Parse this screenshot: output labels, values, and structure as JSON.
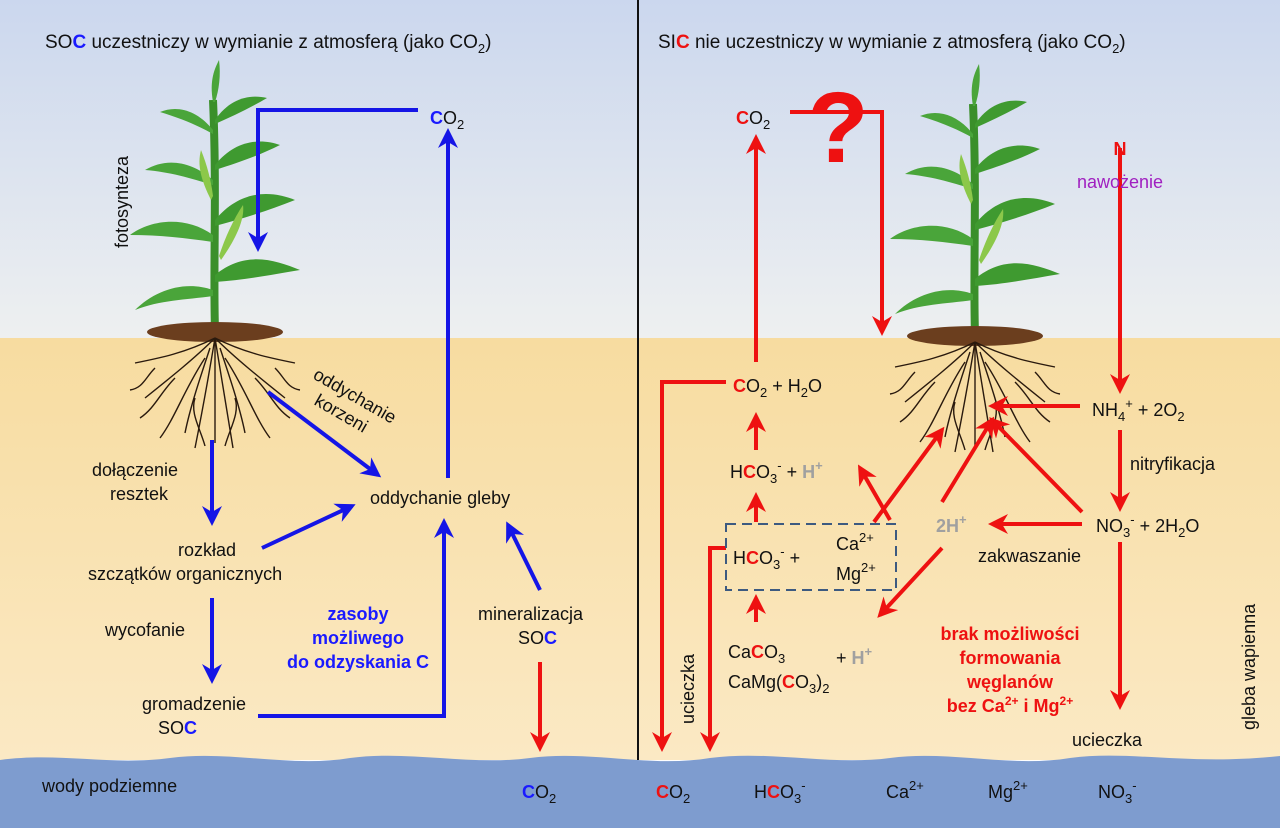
{
  "titles": {
    "left_pre": "SO",
    "left_C": "C",
    "left_post": " uczestniczy w wymianie z atmosferą (jako CO",
    "left_sub": "2",
    "left_close": ")",
    "right_pre": "SI",
    "right_C": "C",
    "right_post": " nie uczestniczy w wymianie z atmosferą (jako CO",
    "right_sub": "2",
    "right_close": ")"
  },
  "left": {
    "co2_C": "C",
    "co2_O": "O",
    "co2_sub": "2",
    "fotosynteza": "fotosynteza",
    "oddychanie_korzeni_1": "oddychanie",
    "oddychanie_korzeni_2": "korzeni",
    "oddychanie_gleby": "oddychanie gleby",
    "dolaczenie_1": "dołączenie",
    "dolaczenie_2": "resztek",
    "rozklad_1": "rozkład",
    "rozklad_2": "szczątków organicznych",
    "wycofanie": "wycofanie",
    "gromadzenie_1": "gromadzenie",
    "gromadzenie_2_pre": "SO",
    "gromadzenie_2_C": "C",
    "zasoby_1": "zasoby",
    "zasoby_2": "możliwego",
    "zasoby_3": "do odzyskania C",
    "mineralizacja_1": "mineralizacja",
    "mineralizacja_2_pre": "SO",
    "mineralizacja_2_C": "C"
  },
  "right": {
    "question": "?",
    "co2_C": "C",
    "co2_O": "O",
    "co2_sub": "2",
    "n_label": "N",
    "nawozenie": "nawożenie",
    "co2h2o_C": "C",
    "co2h2o_O": "O",
    "co2h2o_sub": "2",
    "co2h2o_rest": " + H",
    "co2h2o_sub2": "2",
    "co2h2o_O2": "O",
    "nh4": "NH",
    "nh4_sub": "4",
    "nh4_sup": "+",
    "nh4_rest": " + 2O",
    "nh4_sub2": "2",
    "nitryfikacja": "nitryfikacja",
    "no3": "NO",
    "no3_sub": "3",
    "no3_sup": "-",
    "no3_rest": " + 2H",
    "no3_sub2": "2",
    "no3_O": "O",
    "zakwaszanie": "zakwaszanie",
    "hco3_H": "H",
    "hco3_C": "C",
    "hco3_O": "O",
    "hco3_sub": "3",
    "hco3_sup": "-",
    "hco3_plus": " + ",
    "hplus_H": "H",
    "hplus_sup": "+",
    "twoh": "2H",
    "twoh_sup": "+",
    "box_H": "H",
    "box_C": "C",
    "box_O": "O",
    "box_sub": "3",
    "box_sup": "-",
    "box_plus": " + ",
    "box_ca": "Ca",
    "box_ca_sup": "2+",
    "box_mg": "Mg",
    "box_mg_sup": "2+",
    "caco3_ca": "Ca",
    "caco3_C": "C",
    "caco3_O": "O",
    "caco3_sub": "3",
    "camg_pre": "CaMg(",
    "camg_C": "C",
    "camg_O": "O",
    "camg_sub": "3",
    "camg_close": ")",
    "camg_sub2": "2",
    "hplus2_plus": "+ ",
    "hplus2_H": "H",
    "hplus2_sup": "+",
    "brak_1": "brak możliwości",
    "brak_2": "formowania",
    "brak_3": "węglanów",
    "brak_4_pre": "bez Ca",
    "brak_4_sup1": "2+",
    "brak_4_mid": " i Mg",
    "brak_4_sup2": "2+",
    "ucieczka_vert": "ucieczka",
    "ucieczka_right": "ucieczka",
    "gleba": "gleba wapienna"
  },
  "bottom": {
    "wody": "wody podziemne",
    "co2_left_C": "C",
    "co2_left_O": "O",
    "co2_left_sub": "2",
    "co2_right_C": "C",
    "co2_right_O": "O",
    "co2_right_sub": "2",
    "hco3_H": "H",
    "hco3_C": "C",
    "hco3_O": "O",
    "hco3_sub": "3",
    "hco3_sup": "-",
    "ca": "Ca",
    "ca_sup": "2+",
    "mg": "Mg",
    "mg_sup": "2+",
    "no3": "NO",
    "no3_sub": "3",
    "no3_sup": "-"
  },
  "colors": {
    "sky": "#d4def0",
    "soil": "#fae6b8",
    "water": "#7e9ccf",
    "blue_arrow": "#1515e6",
    "red_arrow": "#ee1111"
  }
}
